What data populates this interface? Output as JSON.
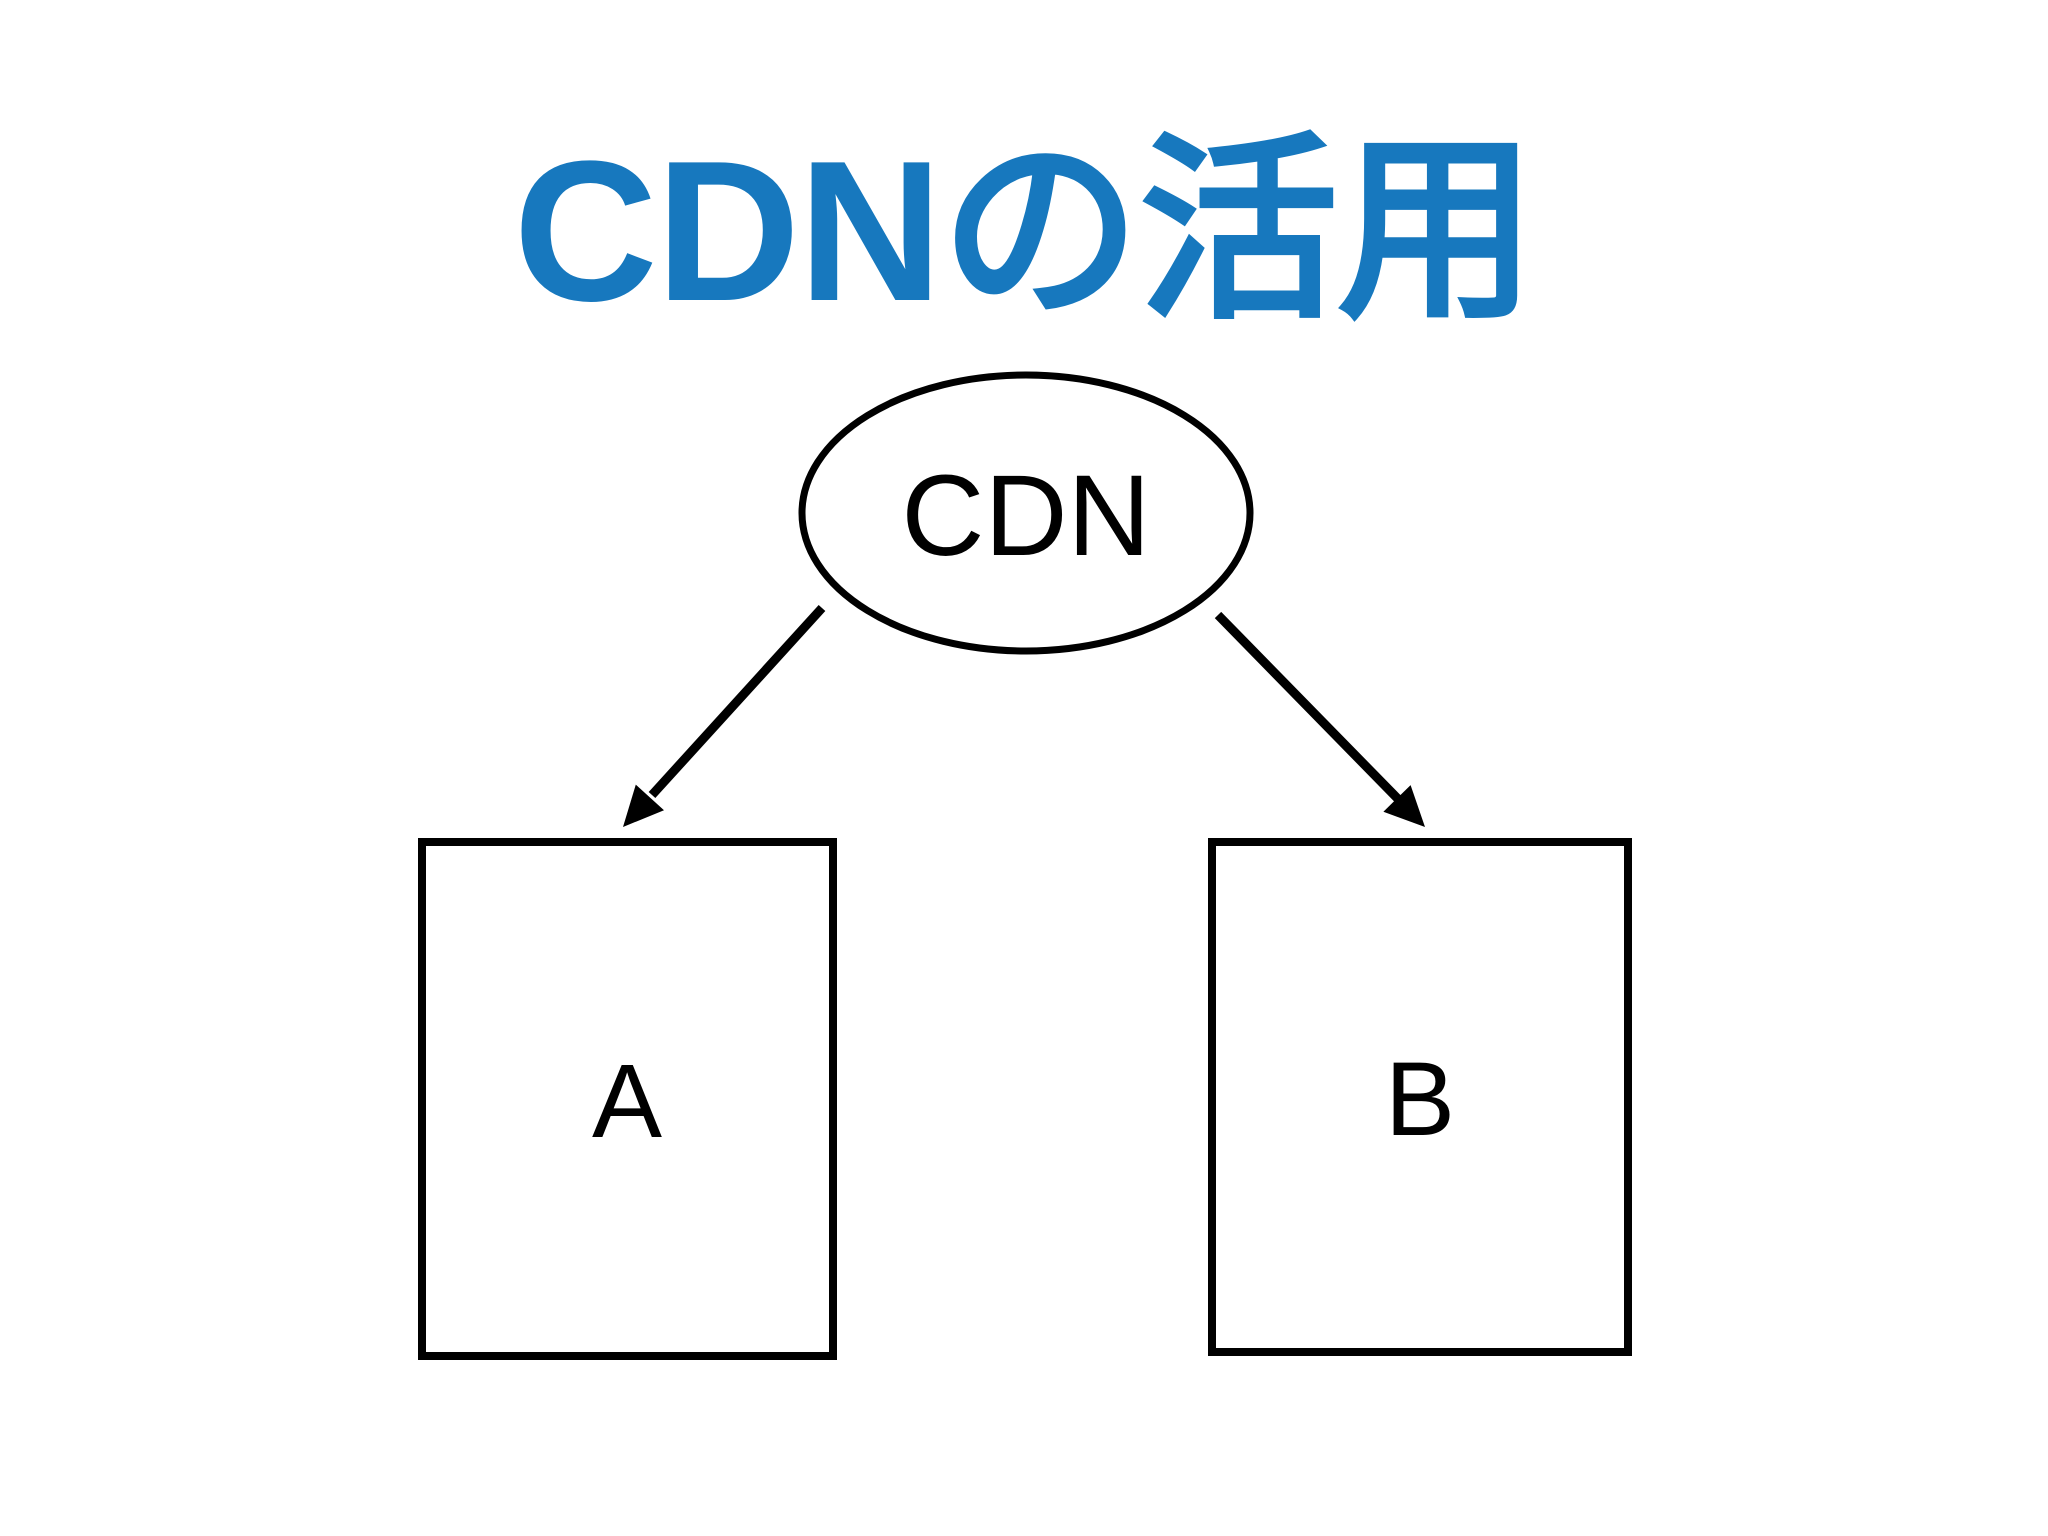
{
  "slide": {
    "title": "CDNの活用",
    "title_color": "#1778BE",
    "background_color": "#FFFFFF"
  },
  "diagram": {
    "stroke_color": "#000000",
    "cdn_node": {
      "label": "CDN",
      "shape": "ellipse"
    },
    "server_nodes": [
      {
        "label": "A",
        "shape": "rectangle"
      },
      {
        "label": "B",
        "shape": "rectangle"
      }
    ],
    "edges": [
      {
        "from": "CDN",
        "to": "A",
        "style": "arrow"
      },
      {
        "from": "CDN",
        "to": "B",
        "style": "arrow"
      }
    ]
  }
}
